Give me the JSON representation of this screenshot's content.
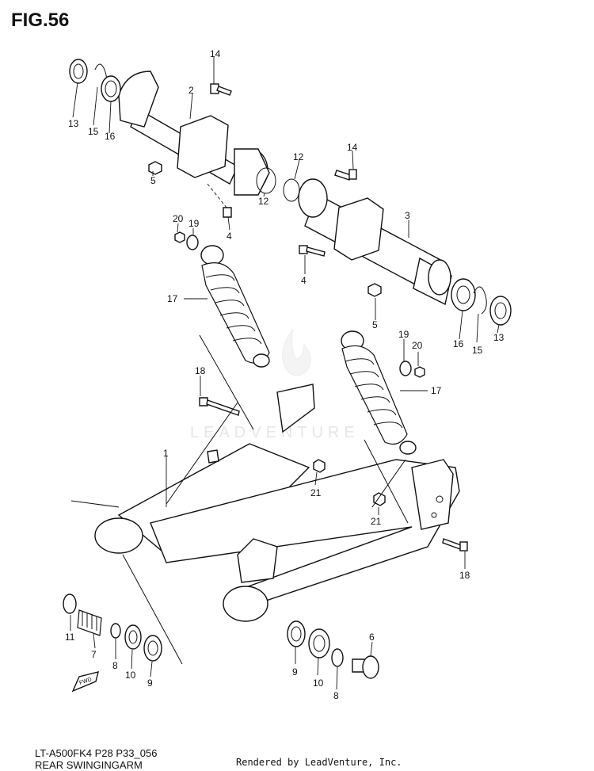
{
  "figure": {
    "title": "FIG.56",
    "model_code": "LT-A500FK4 P28 P33_056",
    "name": "REAR SWINGINGARM",
    "rendered_by": "Rendered by LeadVenture, Inc."
  },
  "watermark": {
    "text": "LEADVENTURE"
  },
  "callouts": [
    {
      "id": "c14a",
      "label": "14"
    },
    {
      "id": "c2",
      "label": "2"
    },
    {
      "id": "c13a",
      "label": "13"
    },
    {
      "id": "c15a",
      "label": "15"
    },
    {
      "id": "c16a",
      "label": "16"
    },
    {
      "id": "c5a",
      "label": "5"
    },
    {
      "id": "c20a",
      "label": "20"
    },
    {
      "id": "c19a",
      "label": "19"
    },
    {
      "id": "c4a",
      "label": "4"
    },
    {
      "id": "c12a",
      "label": "12"
    },
    {
      "id": "c12b",
      "label": "12"
    },
    {
      "id": "c14b",
      "label": "14"
    },
    {
      "id": "c3",
      "label": "3"
    },
    {
      "id": "c4b",
      "label": "4"
    },
    {
      "id": "c5b",
      "label": "5"
    },
    {
      "id": "c16b",
      "label": "16"
    },
    {
      "id": "c15b",
      "label": "15"
    },
    {
      "id": "c13b",
      "label": "13"
    },
    {
      "id": "c17a",
      "label": "17"
    },
    {
      "id": "c19b",
      "label": "19"
    },
    {
      "id": "c20b",
      "label": "20"
    },
    {
      "id": "c17b",
      "label": "17"
    },
    {
      "id": "c18a",
      "label": "18"
    },
    {
      "id": "c1",
      "label": "1"
    },
    {
      "id": "c21a",
      "label": "21"
    },
    {
      "id": "c21b",
      "label": "21"
    },
    {
      "id": "c18b",
      "label": "18"
    },
    {
      "id": "c11",
      "label": "11"
    },
    {
      "id": "c7",
      "label": "7"
    },
    {
      "id": "c8a",
      "label": "8"
    },
    {
      "id": "c10a",
      "label": "10"
    },
    {
      "id": "c9a",
      "label": "9"
    },
    {
      "id": "c6",
      "label": "6"
    },
    {
      "id": "c9b",
      "label": "9"
    },
    {
      "id": "c10b",
      "label": "10"
    },
    {
      "id": "c8b",
      "label": "8"
    }
  ],
  "fwd_arrow": {
    "label": "FWD"
  }
}
